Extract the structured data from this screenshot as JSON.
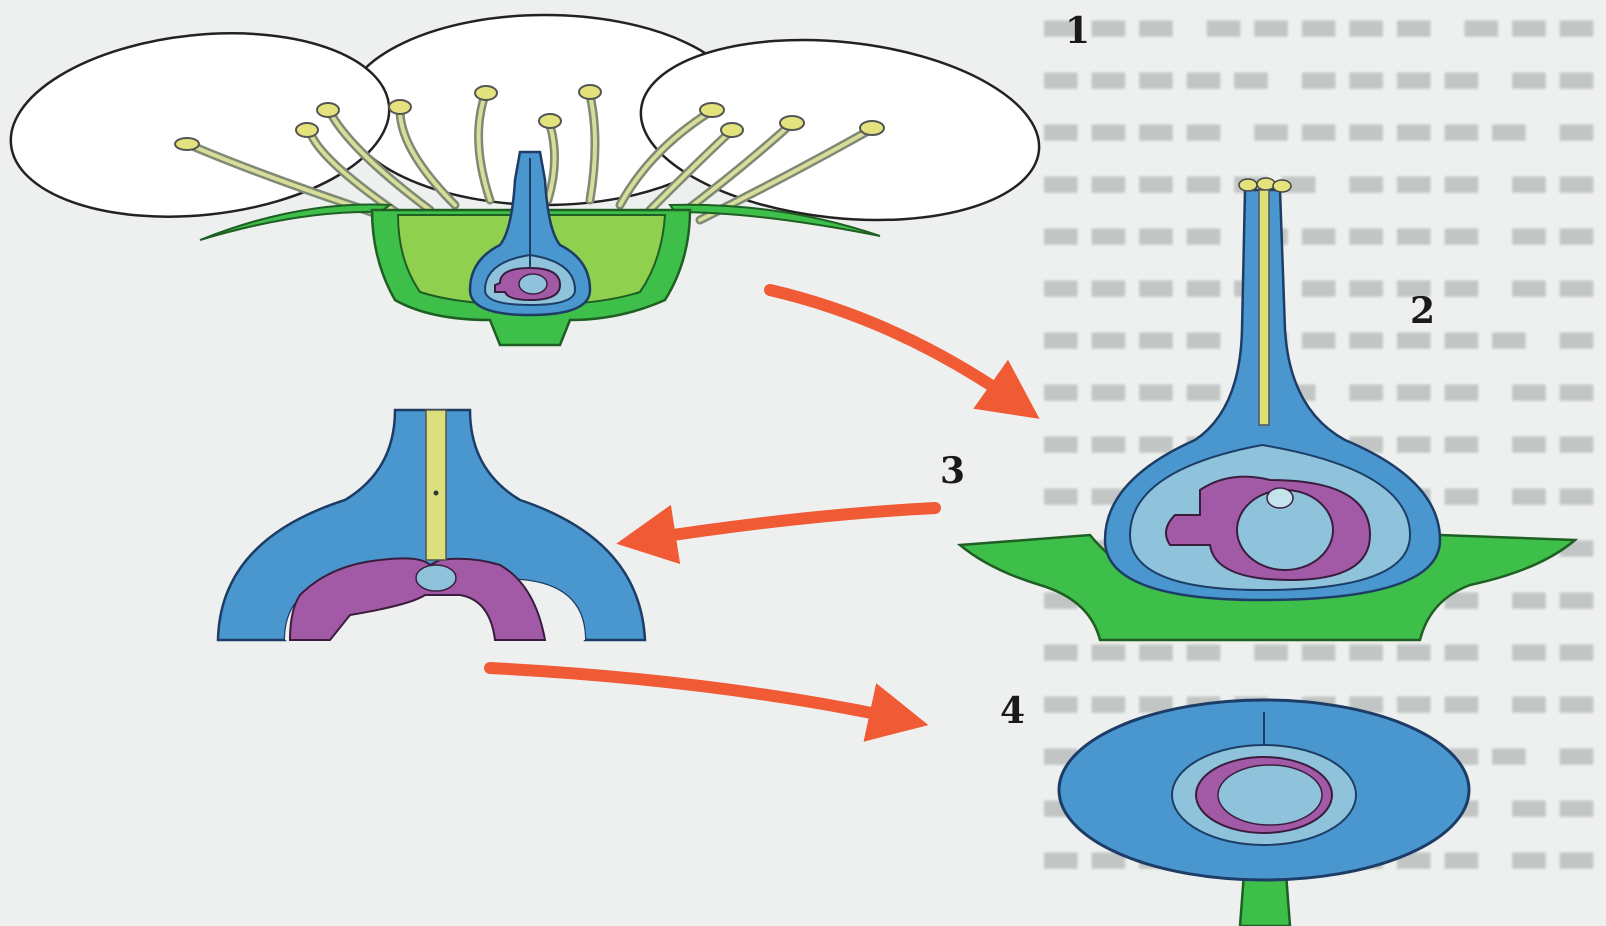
{
  "labels": {
    "stage1": "1",
    "stage2": "2",
    "stage3": "3",
    "stage4": "4"
  },
  "colors": {
    "petal": "#ffffff",
    "receptacle_green": "#3dbf4a",
    "light_green": "#8fd14f",
    "pistil_blue": "#4a97cf",
    "inner_blue": "#8fc3dc",
    "ovule_purple": "#a35aa6",
    "pollen_tube_yellow": "#dbe07a",
    "arrow_red": "#f05a35"
  }
}
